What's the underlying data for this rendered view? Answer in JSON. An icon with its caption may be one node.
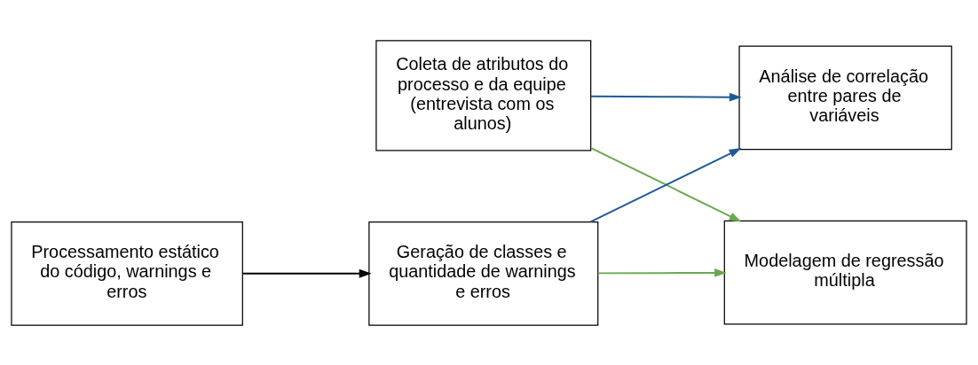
{
  "diagram": {
    "nodes": [
      {
        "text": [
          "Coleta de atributos do processo e da equipe (entrevista com os alunos)"
        ]
      },
      {
        "text": [
          "Análise de correlação entre pares de variáveis"
        ]
      },
      {
        "text": [
          "Processamento estático do código, warnings e erros"
        ]
      },
      {
        "text": [
          "Geração de classes e quantidade de warnings e erros"
        ]
      },
      {
        "text": [
          "Modelagem de regressão múltipla"
        ]
      }
    ],
    "edges": [
      {
        "from": 2,
        "to": 3,
        "arrow": "to",
        "color": "#000000"
      },
      {
        "from": 0,
        "to": 1,
        "arrow": "to",
        "color": "#1f5a96"
      },
      {
        "from": 0,
        "to": 4,
        "arrow": "to",
        "color": "#6aa84f"
      },
      {
        "from": 3,
        "to": 1,
        "arrow": "to",
        "color": "#1f5a96"
      },
      {
        "from": 3,
        "to": 4,
        "arrow": "to",
        "color": "#6aa84f"
      }
    ]
  }
}
